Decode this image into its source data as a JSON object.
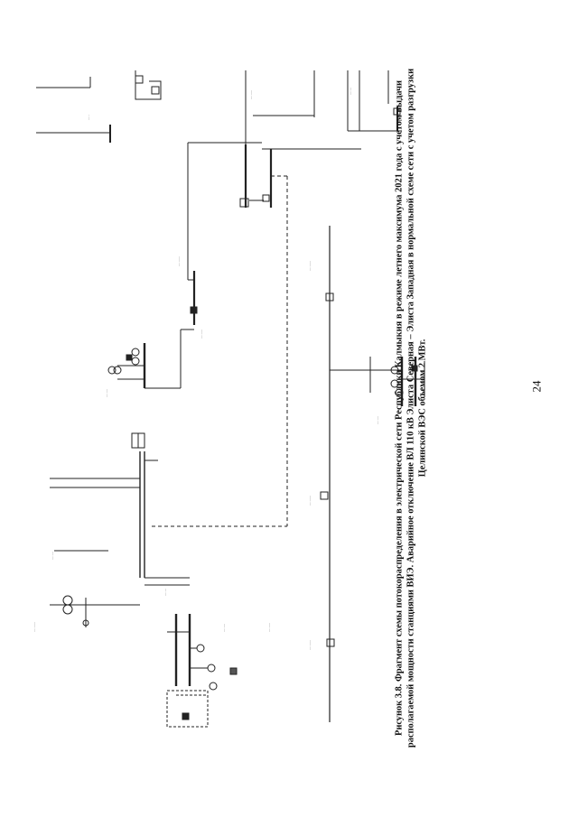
{
  "caption": {
    "line1": "Рисунок 3.8. Фрагмент схемы потокораспределения в электрической сети Республики Калмыкия в режиме летнего максимума 2021 года с учетом выдачи",
    "line2": "располагаемой мощности станциями ВИЭ. Аварийное отключение ВЛ 110 кВ Элиста Северная – Элиста Западная в нормальной схеме сети с учетом разгрузки",
    "line3": "Целинской ВЭС объемом 2 МВт."
  },
  "page_number": "24",
  "colors": {
    "ink": "#222222",
    "paper": "#ffffff"
  }
}
